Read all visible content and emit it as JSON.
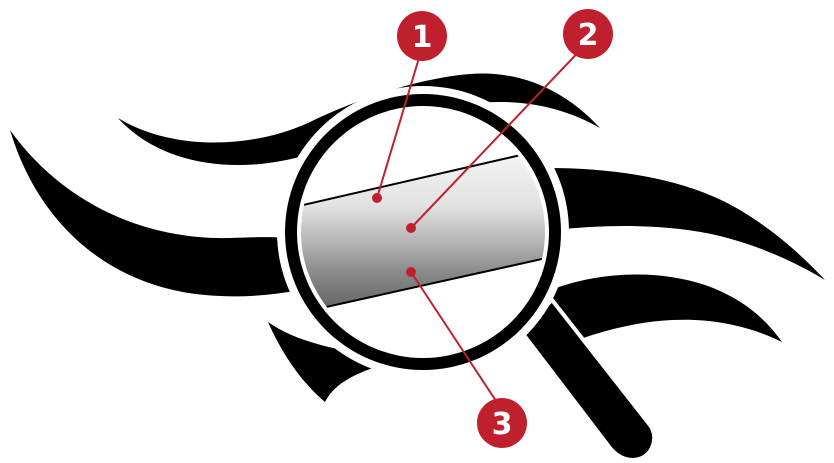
{
  "callouts": [
    {
      "id": "1",
      "label": "1"
    },
    {
      "id": "2",
      "label": "2"
    },
    {
      "id": "3",
      "label": "3"
    }
  ],
  "colors": {
    "swoosh": "#000000",
    "lens_ring": "#000000",
    "callout_fill": "#c0202e",
    "callout_text": "#ffffff",
    "leader_line": "#c0202e",
    "band_light": "#f2f2f2",
    "band_mid": "#a6a6a6",
    "band_dark": "#5a5a5a"
  }
}
